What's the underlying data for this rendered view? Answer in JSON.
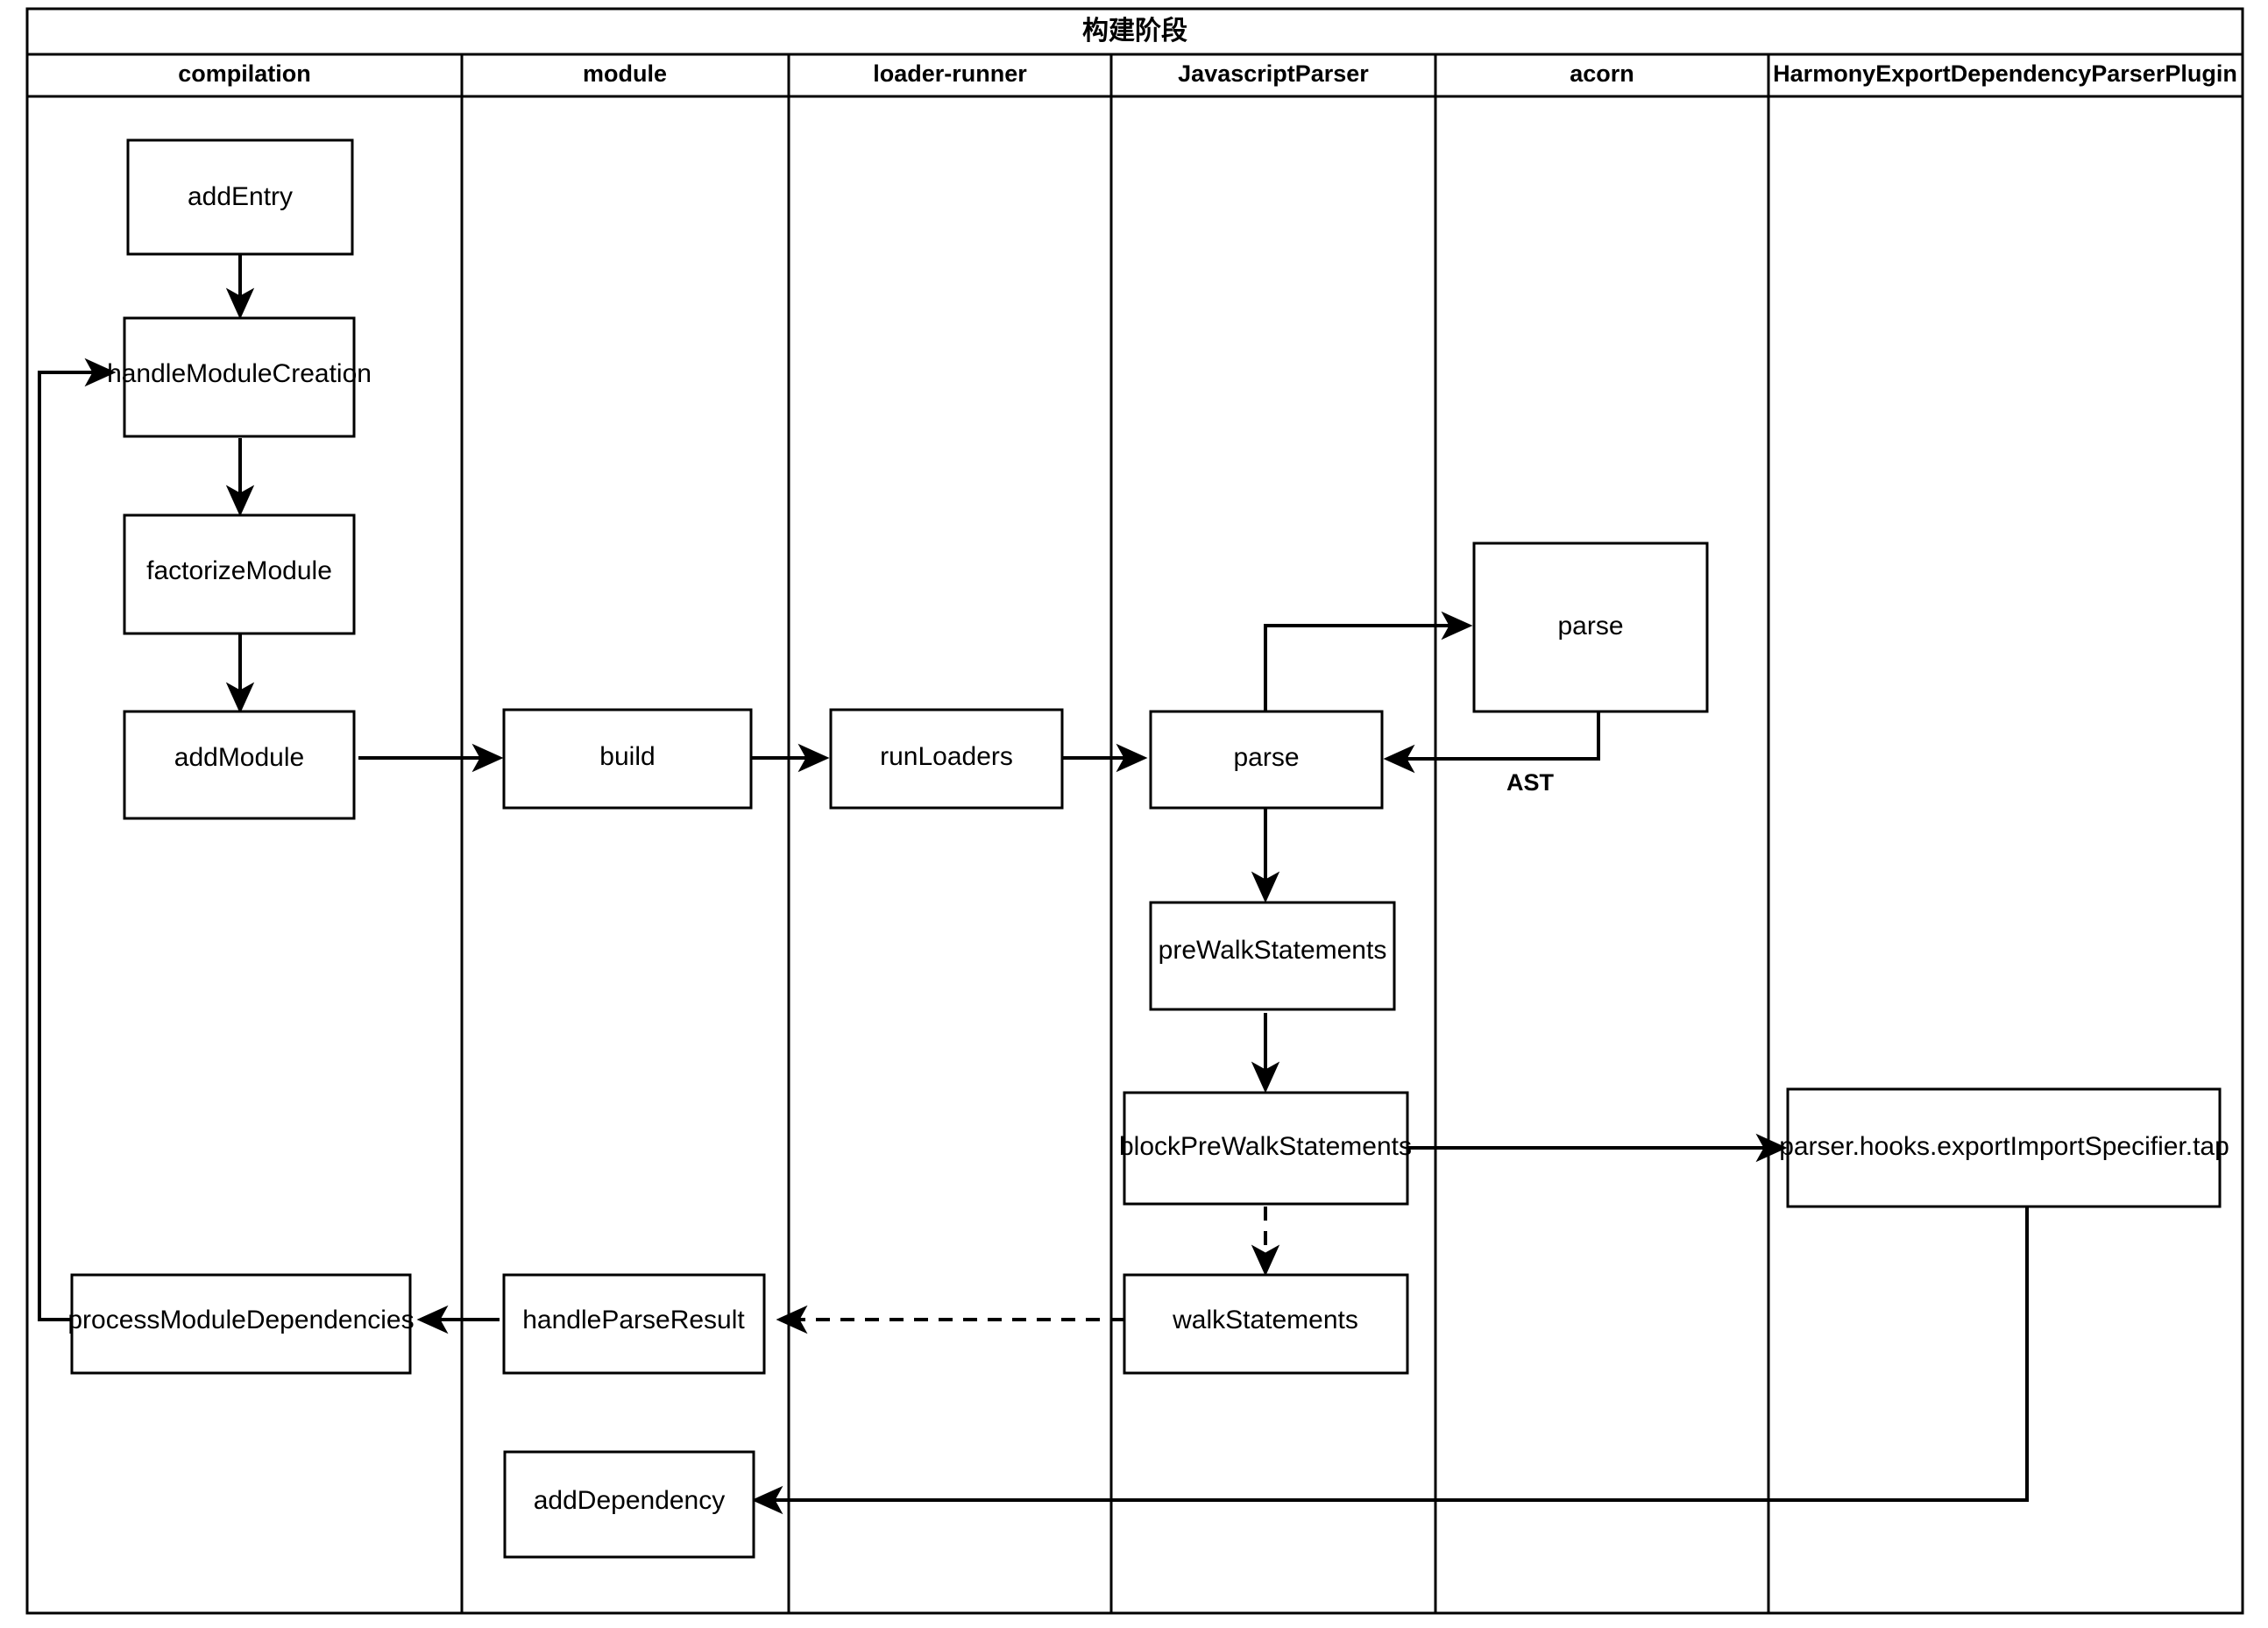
{
  "pool": {
    "title": "构建阶段"
  },
  "lanes": [
    {
      "id": "compilation",
      "label": "compilation"
    },
    {
      "id": "module",
      "label": "module"
    },
    {
      "id": "loader-runner",
      "label": "loader-runner"
    },
    {
      "id": "javascript-parser",
      "label": "JavascriptParser"
    },
    {
      "id": "acorn",
      "label": "acorn"
    },
    {
      "id": "harmony-plugin",
      "label": "HarmonyExportDependencyParserPlugin"
    }
  ],
  "nodes": [
    {
      "id": "addEntry",
      "lane": "compilation",
      "label": "addEntry"
    },
    {
      "id": "handleModuleCreation",
      "lane": "compilation",
      "label": "handleModuleCreation"
    },
    {
      "id": "factorizeModule",
      "lane": "compilation",
      "label": "factorizeModule"
    },
    {
      "id": "addModule",
      "lane": "compilation",
      "label": "addModule"
    },
    {
      "id": "processModuleDependencies",
      "lane": "compilation",
      "label": "processModuleDependencies"
    },
    {
      "id": "build",
      "lane": "module",
      "label": "build"
    },
    {
      "id": "handleParseResult",
      "lane": "module",
      "label": "handleParseResult"
    },
    {
      "id": "addDependency",
      "lane": "module",
      "label": "addDependency"
    },
    {
      "id": "runLoaders",
      "lane": "loader-runner",
      "label": "runLoaders"
    },
    {
      "id": "jsParse",
      "lane": "javascript-parser",
      "label": "parse"
    },
    {
      "id": "preWalkStatements",
      "lane": "javascript-parser",
      "label": "preWalkStatements"
    },
    {
      "id": "blockPreWalkStatements",
      "lane": "javascript-parser",
      "label": "blockPreWalkStatements"
    },
    {
      "id": "walkStatements",
      "lane": "javascript-parser",
      "label": "walkStatements"
    },
    {
      "id": "acornParse",
      "lane": "acorn",
      "label": "parse"
    },
    {
      "id": "exportImportSpecifierTap",
      "lane": "harmony-plugin",
      "label": "parser.hooks.exportImportSpecifier.tap"
    }
  ],
  "edges": [
    {
      "id": "e-addEntry-handleModuleCreation",
      "from": "addEntry",
      "to": "handleModuleCreation",
      "style": "solid",
      "label": ""
    },
    {
      "id": "e-handleModuleCreation-factorizeModule",
      "from": "handleModuleCreation",
      "to": "factorizeModule",
      "style": "solid",
      "label": ""
    },
    {
      "id": "e-factorizeModule-addModule",
      "from": "factorizeModule",
      "to": "addModule",
      "style": "solid",
      "label": ""
    },
    {
      "id": "e-addModule-build",
      "from": "addModule",
      "to": "build",
      "style": "solid",
      "label": ""
    },
    {
      "id": "e-build-runLoaders",
      "from": "build",
      "to": "runLoaders",
      "style": "solid",
      "label": ""
    },
    {
      "id": "e-runLoaders-jsParse",
      "from": "runLoaders",
      "to": "jsParse",
      "style": "solid",
      "label": ""
    },
    {
      "id": "e-jsParse-acornParse",
      "from": "jsParse",
      "to": "acornParse",
      "style": "solid",
      "label": ""
    },
    {
      "id": "e-acornParse-jsParse",
      "from": "acornParse",
      "to": "jsParse",
      "style": "solid",
      "label": "AST"
    },
    {
      "id": "e-jsParse-preWalkStatements",
      "from": "jsParse",
      "to": "preWalkStatements",
      "style": "solid",
      "label": ""
    },
    {
      "id": "e-preWalkStatements-blockPreWalkStatements",
      "from": "preWalkStatements",
      "to": "blockPreWalkStatements",
      "style": "solid",
      "label": ""
    },
    {
      "id": "e-blockPreWalkStatements-walkStatements",
      "from": "blockPreWalkStatements",
      "to": "walkStatements",
      "style": "dashed",
      "label": ""
    },
    {
      "id": "e-blockPreWalkStatements-exportImportSpecifierTap",
      "from": "blockPreWalkStatements",
      "to": "exportImportSpecifierTap",
      "style": "solid",
      "label": ""
    },
    {
      "id": "e-walkStatements-handleParseResult",
      "from": "walkStatements",
      "to": "handleParseResult",
      "style": "dashed",
      "label": ""
    },
    {
      "id": "e-handleParseResult-processModuleDependencies",
      "from": "handleParseResult",
      "to": "processModuleDependencies",
      "style": "solid",
      "label": ""
    },
    {
      "id": "e-processModuleDependencies-handleModuleCreation",
      "from": "processModuleDependencies",
      "to": "handleModuleCreation",
      "style": "solid",
      "label": ""
    },
    {
      "id": "e-exportImportSpecifierTap-addDependency",
      "from": "exportImportSpecifierTap",
      "to": "addDependency",
      "style": "solid",
      "label": ""
    }
  ],
  "edge_labels": {
    "ast": "AST"
  },
  "colors": {
    "stroke": "#000000",
    "fill": "#ffffff",
    "text": "#000000"
  }
}
